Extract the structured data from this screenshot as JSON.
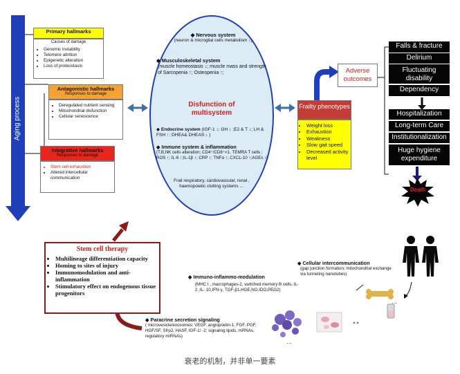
{
  "aging_process": "Aging process",
  "primary": {
    "title": "Primary hallmarks",
    "subtitle": "Causes of damage",
    "items": [
      "Genomic instability",
      "Telomere attrition",
      "Epigenetic alteration",
      "Loss of proteostasis"
    ]
  },
  "antagonistic": {
    "title": "Antagonistic hallmarks",
    "subtitle": "Responses to damage",
    "items": [
      "Deregulated nutrient sensing",
      "Mitochondrial disfunction",
      "Cellular senescence"
    ]
  },
  "integrative": {
    "title": "Integrative hallmarks",
    "subtitle": "Responses to damage",
    "items": [
      "Stem cell exhaustion",
      "Altered intercellular communication"
    ]
  },
  "ellipse": {
    "nervous_title": "Nervous system",
    "nervous_text": "(neuron & microglial cells metabolism ↓)",
    "musculo_title": "Musculoskeletal system",
    "musculo_text": "(muscle homeostasis ↓; muscle mass and strength of Sarcopenia ↑; Osteopenia ↑;",
    "center_title": "Disfunction of multisystem",
    "endocrine_title": "Endocrine system",
    "endocrine_text": "(IGF-1 ↓; GH ↓ ;E2 & T ↓; LH & FSH ↑; DHEA& DHEAS ↓ )",
    "immune_title": "Immune system & inflammation",
    "immune_text": "(T,B,NK cells alteration; CD4⁺/CD8⁺<1, TEMRA T cells ; ROS ↑; IL-6 ↑;IL-1β ↑; CRP ↑; TNFα ↑; CXCL-10 ↑;AGEs ↑)",
    "frail_text": "Frail respiratory, cardiovascular, renal , haemopoietic clotting systems …"
  },
  "frailty": {
    "title": "Frailty phenotypes",
    "items": [
      "Weight loss",
      "Exhaustion",
      "Weakness",
      "Slow gait speed",
      "Decreased activity level"
    ]
  },
  "adverse": "Adverse outcomes",
  "outcomes_top": [
    "Falls & fracture",
    "Delirium",
    "Fluctuating disability",
    "Dependency"
  ],
  "outcomes_bottom": [
    "Hospitalization",
    "Long-term Care",
    "Institutionalization",
    "Huge hygiene expenditure"
  ],
  "death": "Death",
  "stem": {
    "title": "Stem cell therapy",
    "items": [
      "Multilineage differentiation capacity",
      "Homing to sites of injury",
      "Immunomodulation and anti-inflammation",
      "Stimulatory effect on endogenous tissue progenitors"
    ]
  },
  "immuno": {
    "title": "Immuno-inflammo-modulation",
    "text": "(MHC I , macrophages-2, switched memory B cells, IL-2 ,IL- 10,IFN-γ, TGF-β1,HGE,NO,IDO,PEG2)"
  },
  "cellular": {
    "title": "Cellular intercommunication",
    "text": "(gap junction formation; mitochondrial exchange via tunneling nanotubes)"
  },
  "paracrine": {
    "title": "Paracrine secretion signaling",
    "text": "( microvesicle/exosomes: VEGF, angiopoetin-1, FGF, PGF, HGF/SF, Sfrp2, HASF, IGF-1/ -2; signaling lipids, mRNAs, regulatory miRNAs)"
  },
  "ellipsis": "…",
  "caption": "衰老的机制，并非单一要素",
  "colors": {
    "blue_arrow": "#1f3fb8",
    "yellow": "#ffff00",
    "orange": "#f4a233",
    "red": "#e8261c",
    "dark_red": "#8b1a1a",
    "ellipse": "#dcecf7",
    "frailty_title_bg": "#c63b35"
  }
}
